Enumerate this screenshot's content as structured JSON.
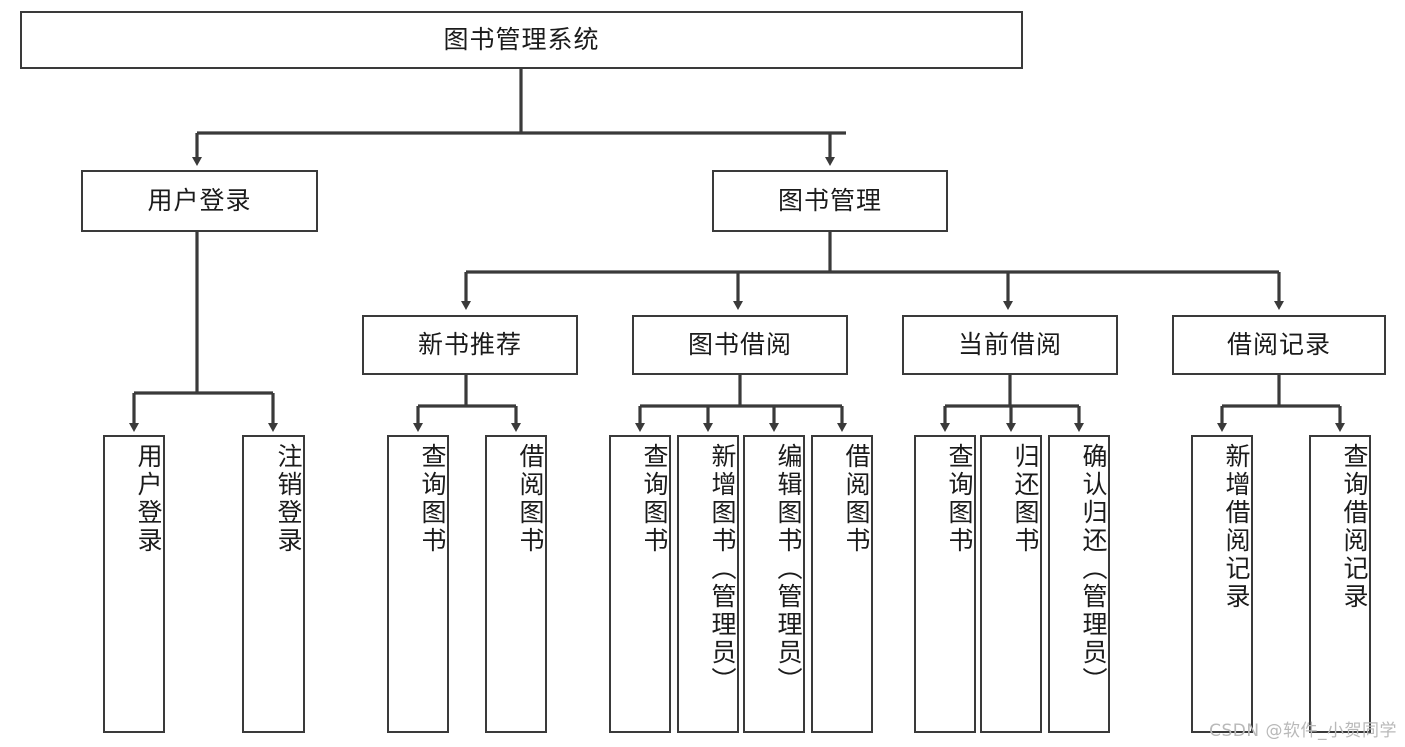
{
  "diagram": {
    "type": "tree-hierarchy-diagram",
    "title": "图书管理系统",
    "orientation": "top-down",
    "line_color": "#3a3a3a",
    "box_fill": "#ffffff",
    "text_color": "#1b1b1b",
    "levels": 4
  },
  "nodes": {
    "root": {
      "label": "图书管理系统",
      "level": 1,
      "text_dir": "horizontal"
    },
    "l2": [
      {
        "id": "user-login",
        "label": "用户登录",
        "level": 2,
        "text_dir": "horizontal"
      },
      {
        "id": "book-management",
        "label": "图书管理",
        "level": 2,
        "text_dir": "horizontal"
      }
    ],
    "l3": [
      {
        "id": "new-book-recommend",
        "label": "新书推荐",
        "level": 3,
        "text_dir": "horizontal",
        "parent": "book-management"
      },
      {
        "id": "book-borrow",
        "label": "图书借阅",
        "level": 3,
        "text_dir": "horizontal",
        "parent": "book-management"
      },
      {
        "id": "current-borrow",
        "label": "当前借阅",
        "level": 3,
        "text_dir": "horizontal",
        "parent": "book-management"
      },
      {
        "id": "borrow-record",
        "label": "借阅记录",
        "level": 3,
        "text_dir": "horizontal",
        "parent": "book-management"
      }
    ],
    "leaves": [
      {
        "id": "leaf-user-login",
        "label": "用户登录",
        "parent": "user-login",
        "text_dir": "vertical"
      },
      {
        "id": "leaf-logout-login",
        "label": "注销登录",
        "parent": "user-login",
        "text_dir": "vertical"
      },
      {
        "id": "leaf-query-book-1",
        "label": "查询图书",
        "parent": "new-book-recommend",
        "text_dir": "vertical"
      },
      {
        "id": "leaf-borrow-book-1",
        "label": "借阅图书",
        "parent": "new-book-recommend",
        "text_dir": "vertical"
      },
      {
        "id": "leaf-query-book-2",
        "label": "查询图书",
        "parent": "book-borrow",
        "text_dir": "vertical"
      },
      {
        "id": "leaf-add-book",
        "label": "新增图书（管理员）",
        "parent": "book-borrow",
        "text_dir": "vertical"
      },
      {
        "id": "leaf-edit-book",
        "label": "编辑图书（管理员）",
        "parent": "book-borrow",
        "text_dir": "vertical"
      },
      {
        "id": "leaf-borrow-book-2",
        "label": "借阅图书",
        "parent": "book-borrow",
        "text_dir": "vertical"
      },
      {
        "id": "leaf-query-book-3",
        "label": "查询图书",
        "parent": "current-borrow",
        "text_dir": "vertical"
      },
      {
        "id": "leaf-return-book",
        "label": "归还图书",
        "parent": "current-borrow",
        "text_dir": "vertical"
      },
      {
        "id": "leaf-confirm-return",
        "label": "确认归还（管理员）",
        "parent": "current-borrow",
        "text_dir": "vertical"
      },
      {
        "id": "leaf-add-record",
        "label": "新增借阅记录",
        "parent": "borrow-record",
        "text_dir": "vertical"
      },
      {
        "id": "leaf-query-record",
        "label": "查询借阅记录",
        "parent": "borrow-record",
        "text_dir": "vertical"
      }
    ]
  },
  "watermark": {
    "text": "CSDN @软件_小贺同学"
  }
}
